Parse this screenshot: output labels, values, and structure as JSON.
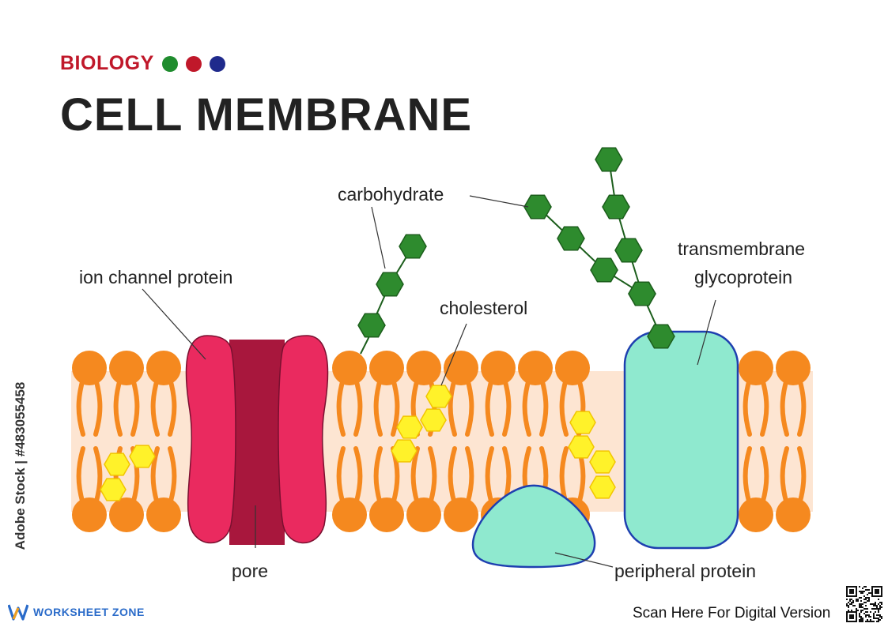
{
  "header": {
    "subject": "BIOLOGY",
    "title": "CELL MEMBRANE",
    "dots": [
      "#1f8c2e",
      "#c0182a",
      "#1f2a8c"
    ]
  },
  "labels": {
    "carbohydrate": "carbohydrate",
    "ion_channel_protein": "ion channel protein",
    "cholesterol": "cholesterol",
    "transmembrane_line1": "transmembrane",
    "transmembrane_line2": "glycoprotein",
    "pore": "pore",
    "peripheral_protein": "peripheral protein"
  },
  "footer": {
    "stock_id": "Adobe Stock | #483055458",
    "brand": "WORKSHEET ZONE",
    "scan_text": "Scan Here For Digital Version"
  },
  "colors": {
    "lipid_head": "#f5891f",
    "bilayer_bg": "#fde5d2",
    "cholesterol": "#fff22a",
    "cholesterol_stroke": "#f2c500",
    "ion_channel_outer": "#ea2a5f",
    "ion_channel_pore": "#a8173d",
    "glycoprotein": "#8fe9cf",
    "glycoprotein_stroke": "#1e3fb0",
    "carbohydrate": "#2e8b2e",
    "carbohydrate_stroke": "#1c5e1c"
  }
}
